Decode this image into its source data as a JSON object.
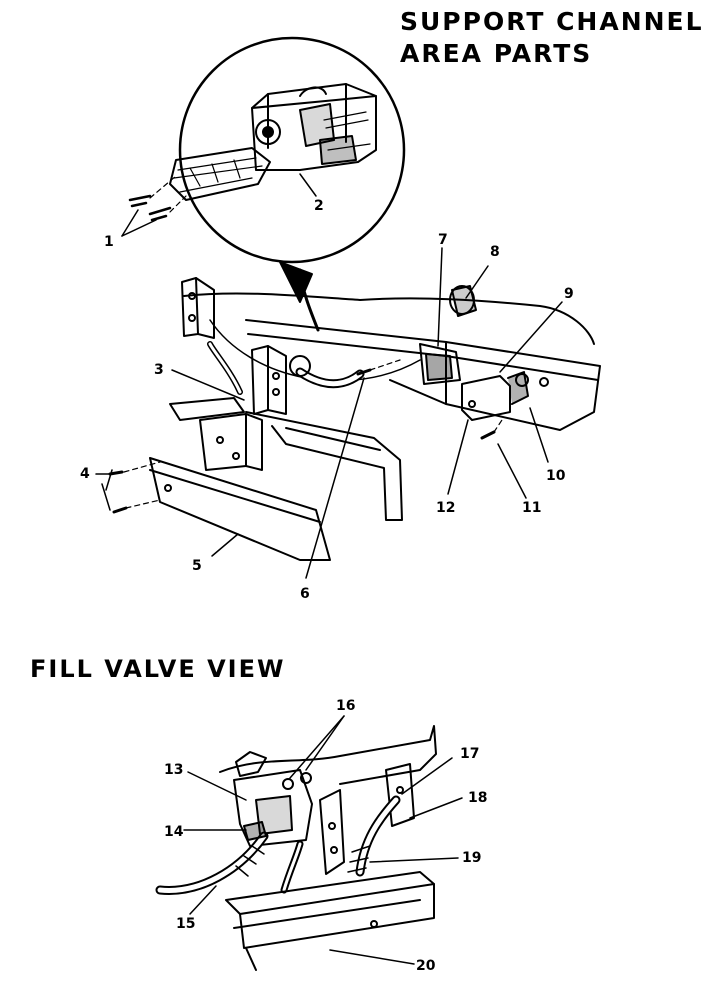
{
  "title": {
    "line1": "SUPPORT CHANNEL",
    "line2": "AREA PARTS"
  },
  "fill_view_title": "FILL VALVE VIEW",
  "callouts": [
    "1",
    "2",
    "3",
    "4",
    "5",
    "6",
    "7",
    "8",
    "9",
    "10",
    "11",
    "12",
    "13",
    "14",
    "15",
    "16",
    "17",
    "18",
    "19",
    "20"
  ]
}
